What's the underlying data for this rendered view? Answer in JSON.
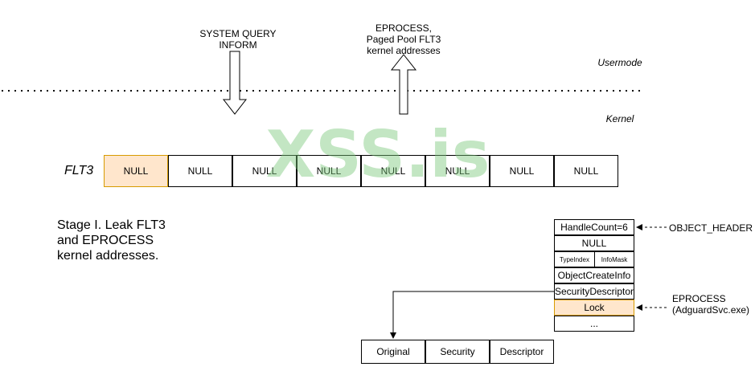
{
  "arrows": {
    "down_label": "SYSTEM QUERY\nINFORM",
    "up_label": "EPROCESS,\nPaged Pool FLT3\nkernel addresses"
  },
  "zones": {
    "usermode": "Usermode",
    "kernel": "Kernel"
  },
  "flt3": {
    "label": "FLT3",
    "cells": [
      "NULL",
      "NULL",
      "NULL",
      "NULL",
      "NULL",
      "NULL",
      "NULL",
      "NULL"
    ]
  },
  "stage": {
    "text": "Stage I. Leak FLT3\nand EPROCESS\nkernel addresses."
  },
  "object": {
    "rows": {
      "handle_count": "HandleCount=6",
      "null": "NULL",
      "type_index": "TypeIndex",
      "info_mask": "InfoMask",
      "object_create_info": "ObjectCreateInfo",
      "security_descriptor": "SecurityDescriptor",
      "lock": "Lock",
      "ellipsis": "..."
    },
    "header_label": "OBJECT_HEADER",
    "eprocess_label": "EPROCESS\n(AdguardSvc.exe)"
  },
  "security_descriptor_boxes": [
    "Original",
    "Security",
    "Descriptor"
  ],
  "watermark": "XSS.is",
  "colors": {
    "highlight_fill": "#ffe6cc",
    "highlight_stroke": "#d79b00",
    "watermark": "#7ac87a"
  }
}
